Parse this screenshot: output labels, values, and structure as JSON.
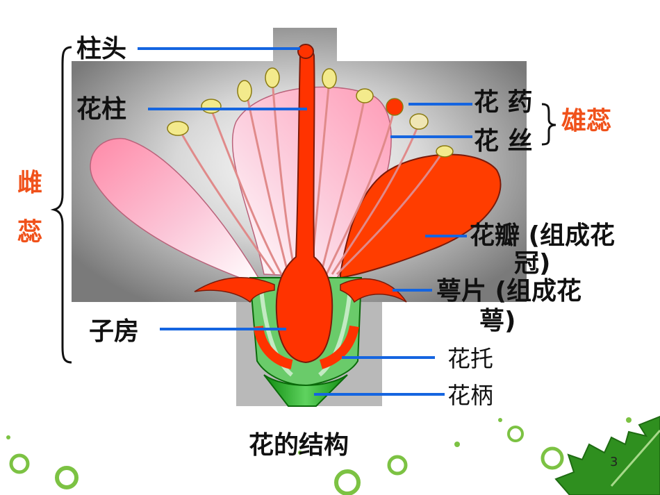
{
  "labels": {
    "stigma": "柱头",
    "style": "花柱",
    "anther": "花 药",
    "filament": "花 丝",
    "stamen": "雄蕊",
    "pistil_1": "雌",
    "pistil_2": "蕊",
    "petal_1": "花瓣 (组成花",
    "petal_2": "冠)",
    "sepal_1": "萼片 (组成花",
    "sepal_2": "萼)",
    "ovary": "子房",
    "receptacle": "花托",
    "pedicel": "花柄"
  },
  "caption": "花的结构",
  "page_number": "3",
  "colors": {
    "leader_line": "#1565e0",
    "accent_label": "#f0511a",
    "pistil_fill": "#ff3300",
    "petal_pink": "#f7a0c0",
    "petal_red": "#ff3d00",
    "stem_green": "#18a818",
    "deco_green": "#7cc243"
  }
}
